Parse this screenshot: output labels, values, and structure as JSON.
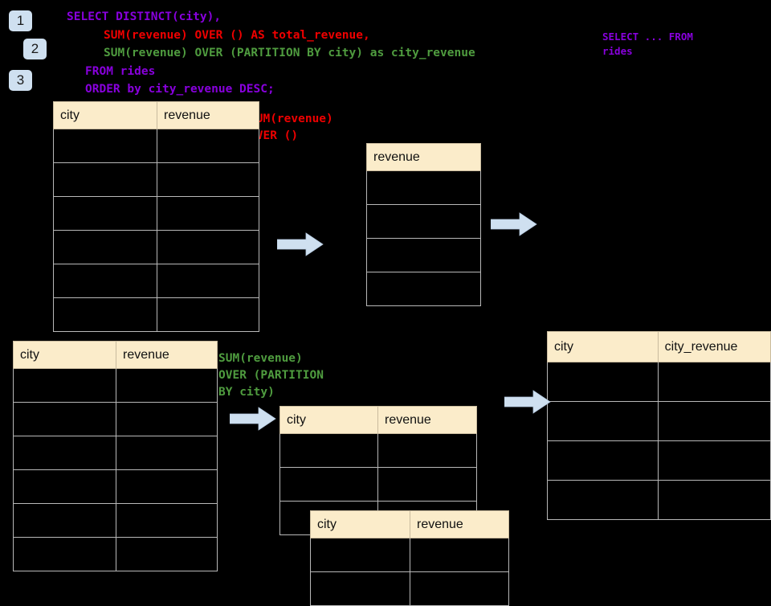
{
  "steps": [
    {
      "label": "1"
    },
    {
      "label": "2"
    },
    {
      "label": "3"
    }
  ],
  "sql": {
    "line1": "SELECT DISTINCT(city),",
    "line2": "SUM(revenue) OVER () AS total_revenue,",
    "line3": "SUM(revenue) OVER (PARTITION BY city) as city_revenue",
    "line4": "FROM rides",
    "line5": "ORDER by city_revenue DESC;",
    "colors": {
      "keyword_purple": "#8800dd",
      "total_red": "#ee0000",
      "partition_green": "#4f9c3f"
    }
  },
  "annotations": {
    "select_from": "SELECT ... FROM\nrides",
    "sum_over_empty": "SUM(revenue)\nOVER ()",
    "sum_over_partition": "SUM(revenue)\nOVER (PARTITION\nBY city)"
  },
  "tables": {
    "rides": {
      "name": "rides-source-table",
      "headers": [
        "city",
        "revenue"
      ],
      "row_count": 6
    },
    "total_revenue": {
      "name": "total-revenue-table",
      "headers": [
        "revenue"
      ],
      "row_count": 4
    },
    "partition_source": {
      "name": "partition-source-table",
      "headers": [
        "city",
        "revenue"
      ],
      "row_count": 6
    },
    "partition_group_a": {
      "name": "partition-group-a-table",
      "headers": [
        "city",
        "revenue"
      ],
      "row_count": 3
    },
    "partition_group_b": {
      "name": "partition-group-b-table",
      "headers": [
        "city",
        "revenue"
      ],
      "row_count": 2
    },
    "result": {
      "name": "result-table",
      "headers": [
        "city",
        "city_revenue"
      ],
      "row_count": 4
    }
  },
  "theme": {
    "background": "#000000",
    "header_fill": "#fbecca",
    "grid_line": "#b8b8b8",
    "badge_fill": "#cfe0f0",
    "arrow_fill": "#cfe0f0",
    "arrow_stroke": "#9fb8d4"
  },
  "arrows": [
    {
      "name": "arrow-rides-to-total"
    },
    {
      "name": "arrow-total-to-result"
    },
    {
      "name": "arrow-partition-to-groups"
    },
    {
      "name": "arrow-groups-to-result"
    }
  ]
}
